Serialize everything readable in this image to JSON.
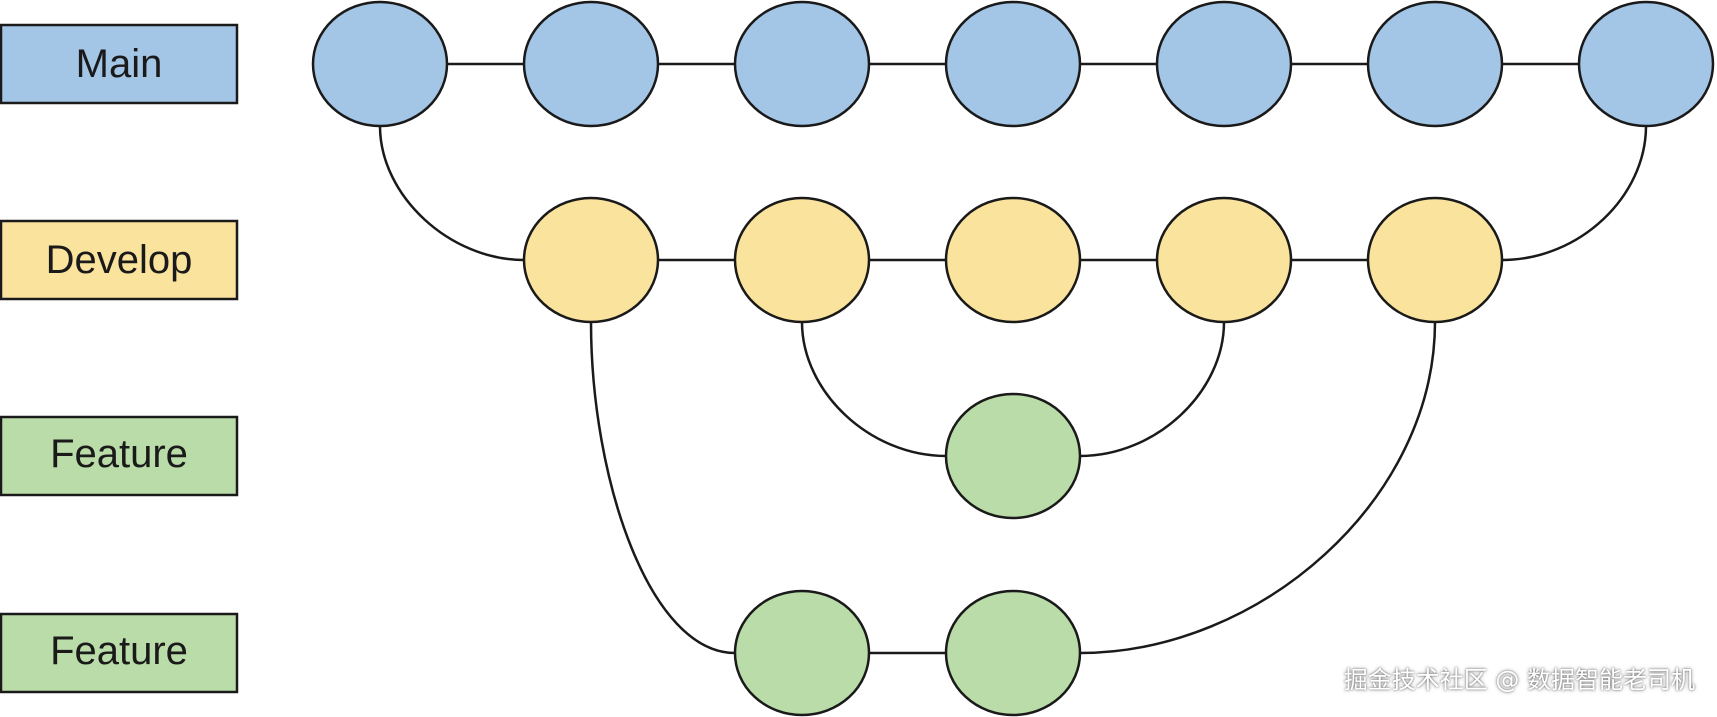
{
  "colors": {
    "main": "#a3c5e6",
    "develop": "#fae39d",
    "feature": "#b9dca8",
    "stroke": "#1a1a1a"
  },
  "branches": [
    {
      "name": "main",
      "label": "Main"
    },
    {
      "name": "develop",
      "label": "Develop"
    },
    {
      "name": "feature-1",
      "label": "Feature"
    },
    {
      "name": "feature-2",
      "label": "Feature"
    }
  ],
  "watermark": "掘金技术社区 @ 数据智能老司机"
}
